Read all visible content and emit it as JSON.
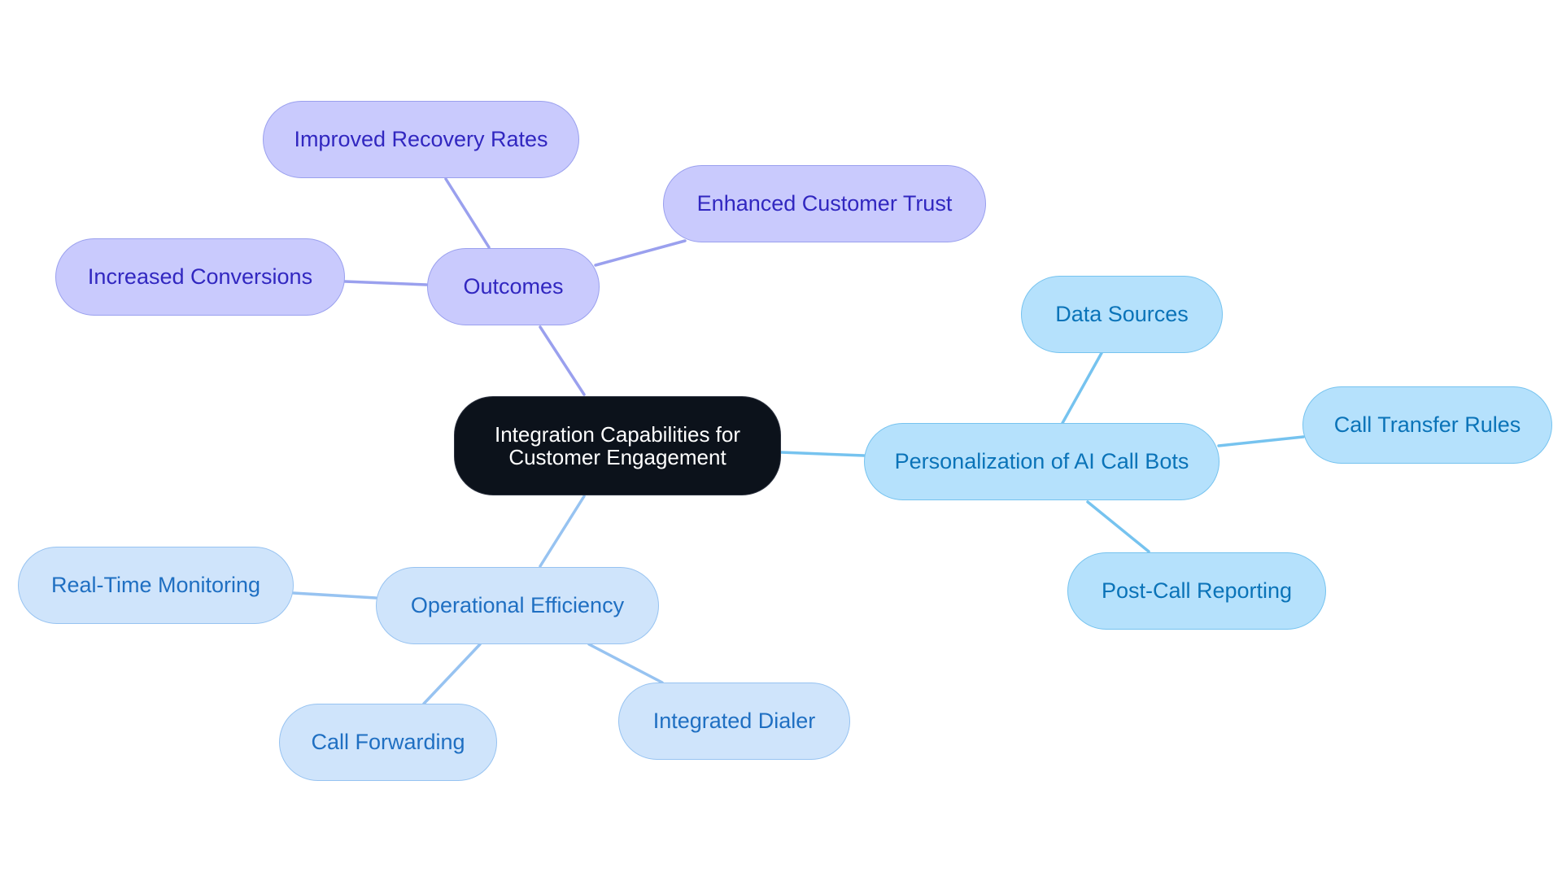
{
  "diagram": {
    "type": "mind-map",
    "root": {
      "label_line1": "Integration Capabilities for",
      "label_line2": "Customer Engagement"
    },
    "branches": {
      "outcomes": {
        "label": "Outcomes",
        "color": "#c9cafd",
        "children": {
          "improved_recovery": "Improved Recovery Rates",
          "enhanced_trust": "Enhanced Customer Trust",
          "increased_conversions": "Increased Conversions"
        }
      },
      "personalization": {
        "label": "Personalization of AI Call Bots",
        "color": "#b5e1fc",
        "children": {
          "data_sources": "Data Sources",
          "call_transfer": "Call Transfer Rules",
          "post_call": "Post-Call Reporting"
        }
      },
      "operational": {
        "label": "Operational Efficiency",
        "color": "#cfe4fb",
        "children": {
          "real_time": "Real-Time Monitoring",
          "call_forwarding": "Call Forwarding",
          "integrated_dialer": "Integrated Dialer"
        }
      }
    }
  }
}
